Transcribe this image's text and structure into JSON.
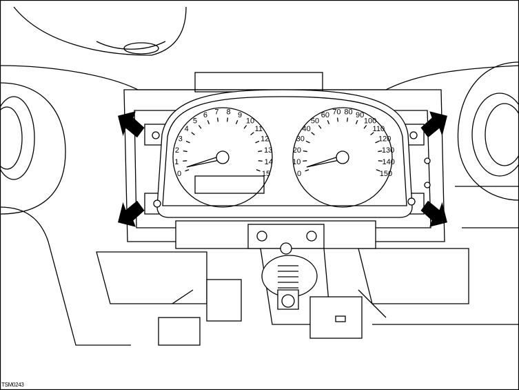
{
  "figure_code": "TSM0243",
  "tachometer": {
    "labels": [
      "0",
      "1",
      "2",
      "3",
      "4",
      "5",
      "6",
      "7",
      "8",
      "9",
      "10",
      "11",
      "12",
      "13",
      "14",
      "15"
    ]
  },
  "speedometer": {
    "labels": [
      "0",
      "10",
      "20",
      "30",
      "40",
      "50",
      "60",
      "70",
      "80",
      "90",
      "100",
      "110",
      "120",
      "130",
      "140",
      "150"
    ]
  }
}
